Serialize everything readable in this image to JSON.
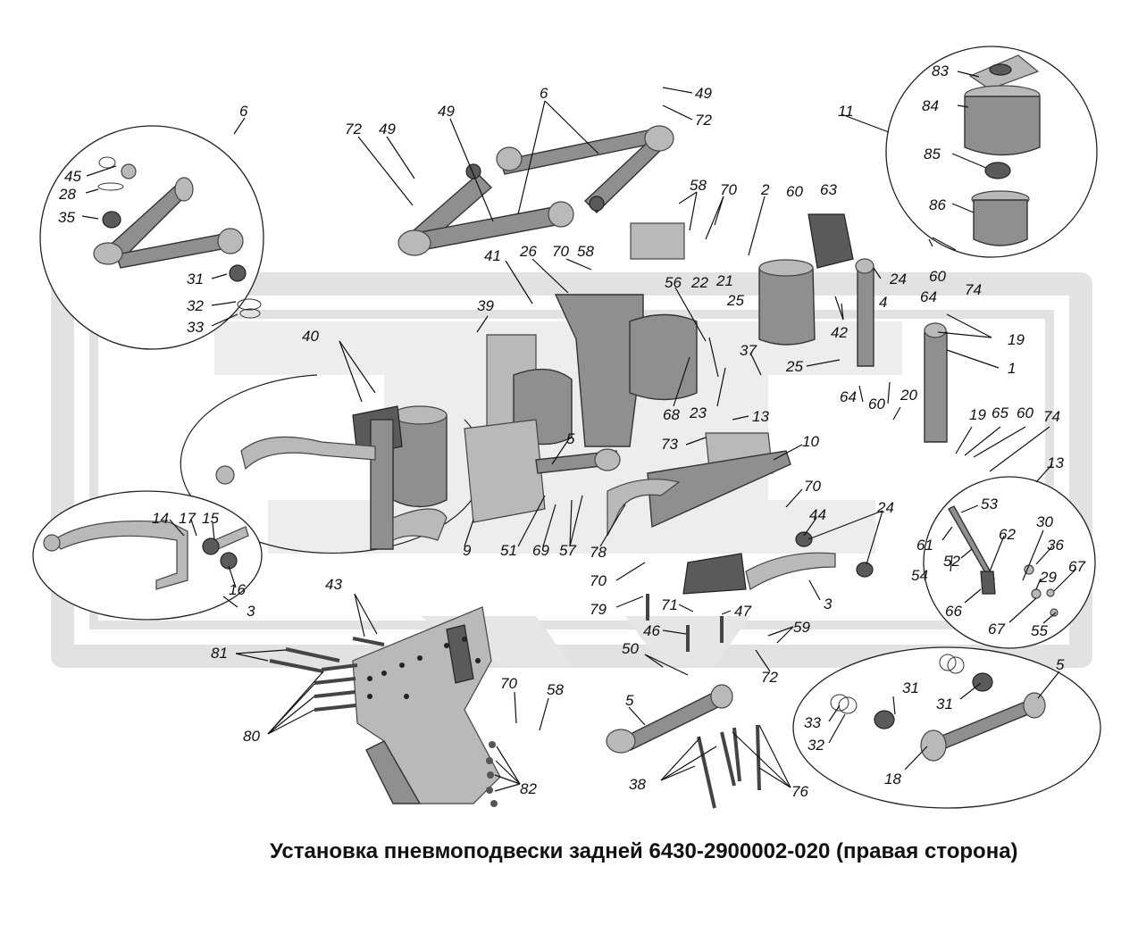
{
  "caption": "Установка пневмоподвески задней 6430-2900002-020 (правая сторона)",
  "callouts": {
    "c6a": "6",
    "c45": "45",
    "c28": "28",
    "c35": "35",
    "c31a": "31",
    "c32a": "32",
    "c33a": "33",
    "c72a": "72",
    "c49a": "49",
    "c49b": "49",
    "c6b": "6",
    "c49c": "49",
    "c72b": "72",
    "c58a": "58",
    "c70a": "70",
    "c2": "2",
    "c60a": "60",
    "c63": "63",
    "c11": "11",
    "c83": "83",
    "c84": "84",
    "c85": "85",
    "c86": "86",
    "c41": "41",
    "c26": "26",
    "c70b": "70",
    "c58b": "58",
    "c56": "56",
    "c22": "22",
    "c21": "21",
    "c25a": "25",
    "c24a": "24",
    "c60b": "60",
    "c74a": "74",
    "c4": "4",
    "c64a": "64",
    "c42": "42",
    "c39": "39",
    "c40": "40",
    "c37": "37",
    "c25b": "25",
    "c19a": "19",
    "c1": "1",
    "c68": "68",
    "c23": "23",
    "c13a": "13",
    "c64b": "64",
    "c60c": "60",
    "c20": "20",
    "c19b": "19",
    "c65": "65",
    "c60d": "60",
    "c74b": "74",
    "c73": "73",
    "c10": "10",
    "c5a": "5",
    "c70c": "70",
    "c44": "44",
    "c24b": "24",
    "c14": "14",
    "c17": "17",
    "c15": "15",
    "c16": "16",
    "c3a": "3",
    "c9": "9",
    "c51": "51",
    "c69": "69",
    "c57": "57",
    "c78": "78",
    "c70d": "70",
    "c79": "79",
    "c71": "71",
    "c47": "47",
    "c3b": "3",
    "c13b": "13",
    "c53": "53",
    "c61": "61",
    "c52": "52",
    "c62": "62",
    "c30": "30",
    "c36": "36",
    "c54": "54",
    "c29": "29",
    "c67a": "67",
    "c66": "66",
    "c67b": "67",
    "c55": "55",
    "c43": "43",
    "c81": "81",
    "c80": "80",
    "c46": "46",
    "c50": "50",
    "c59": "59",
    "c72c": "72",
    "c70e": "70",
    "c58c": "58",
    "c82": "82",
    "c5b": "5",
    "c38": "38",
    "c76": "76",
    "c5c": "5",
    "c33b": "33",
    "c31b": "31",
    "c31c": "31",
    "c32b": "32",
    "c18": "18"
  },
  "colors": {
    "parts": "#8f8f8f",
    "parts_light": "#b9b9b9",
    "watermark": "#e2e2e2",
    "ink": "#111111"
  }
}
